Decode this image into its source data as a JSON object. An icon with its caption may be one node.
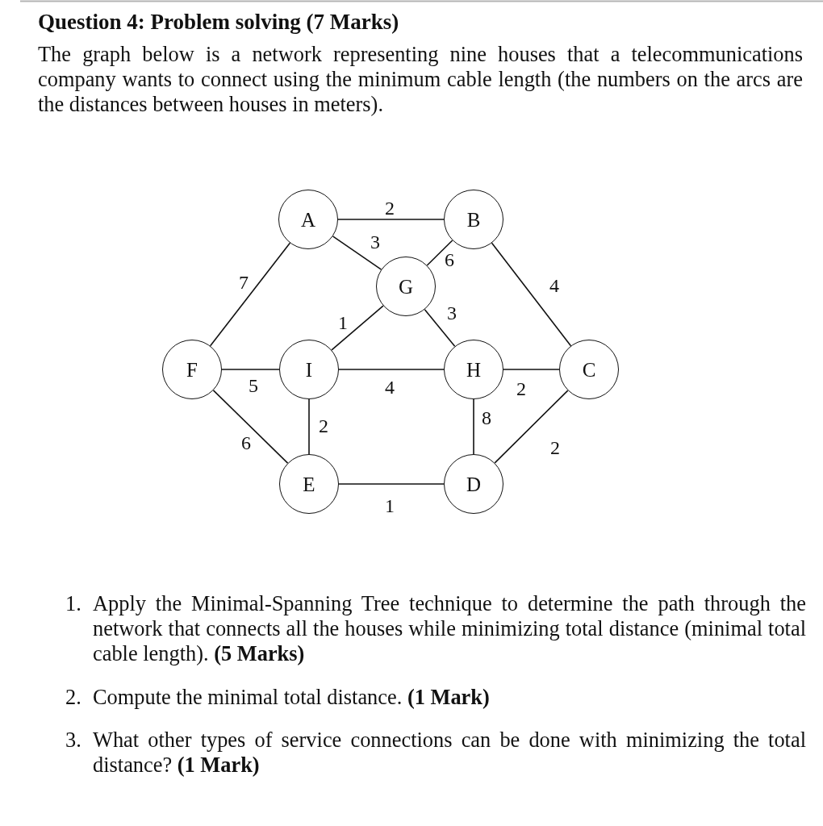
{
  "diagram": {
    "title": "Question 4: Problem solving (7 Marks)",
    "nodes": [
      {
        "text": [
          "A"
        ]
      },
      {
        "text": [
          "B"
        ]
      },
      {
        "text": [
          "G"
        ]
      },
      {
        "text": [
          "F"
        ]
      },
      {
        "text": [
          "I"
        ]
      },
      {
        "text": [
          "H"
        ]
      },
      {
        "text": [
          "C"
        ]
      },
      {
        "text": [
          "E"
        ]
      },
      {
        "text": [
          "D"
        ]
      }
    ],
    "edges": [
      {
        "from": 0,
        "to": 1,
        "arrow": "none",
        "label": "2"
      },
      {
        "from": 0,
        "to": 2,
        "arrow": "none",
        "label": "3"
      },
      {
        "from": 1,
        "to": 2,
        "arrow": "none",
        "label": "6"
      },
      {
        "from": 0,
        "to": 3,
        "arrow": "none",
        "label": "7"
      },
      {
        "from": 2,
        "to": 4,
        "arrow": "none",
        "label": "1"
      },
      {
        "from": 2,
        "to": 5,
        "arrow": "none",
        "label": "3"
      },
      {
        "from": 1,
        "to": 6,
        "arrow": "none",
        "label": "4"
      },
      {
        "from": 3,
        "to": 4,
        "arrow": "none",
        "label": "5"
      },
      {
        "from": 4,
        "to": 5,
        "arrow": "none",
        "label": "4"
      },
      {
        "from": 5,
        "to": 6,
        "arrow": "none",
        "label": "2"
      },
      {
        "from": 4,
        "to": 7,
        "arrow": "none",
        "label": "2"
      },
      {
        "from": 3,
        "to": 7,
        "arrow": "none",
        "label": "6"
      },
      {
        "from": 5,
        "to": 8,
        "arrow": "none",
        "label": "8"
      },
      {
        "from": 6,
        "to": 8,
        "arrow": "none",
        "label": "2"
      },
      {
        "from": 7,
        "to": 8,
        "arrow": "none",
        "label": "1"
      }
    ],
    "labels": [
      "The graph below is a network representing nine houses that a telecommunications company wants to connect using the minimum cable length (the numbers on the arcs are the distances between houses in meters).",
      "1.",
      "Apply the Minimal-Spanning Tree technique to determine the path through the network that connects all the houses while minimizing total distance (minimal total cable length). **(5 Marks)**",
      "2.",
      "Compute the minimal total distance. **(1 Mark)**",
      "3.",
      "What other types of service connections can be done with minimizing the total distance? **(1 Mark)**"
    ]
  }
}
